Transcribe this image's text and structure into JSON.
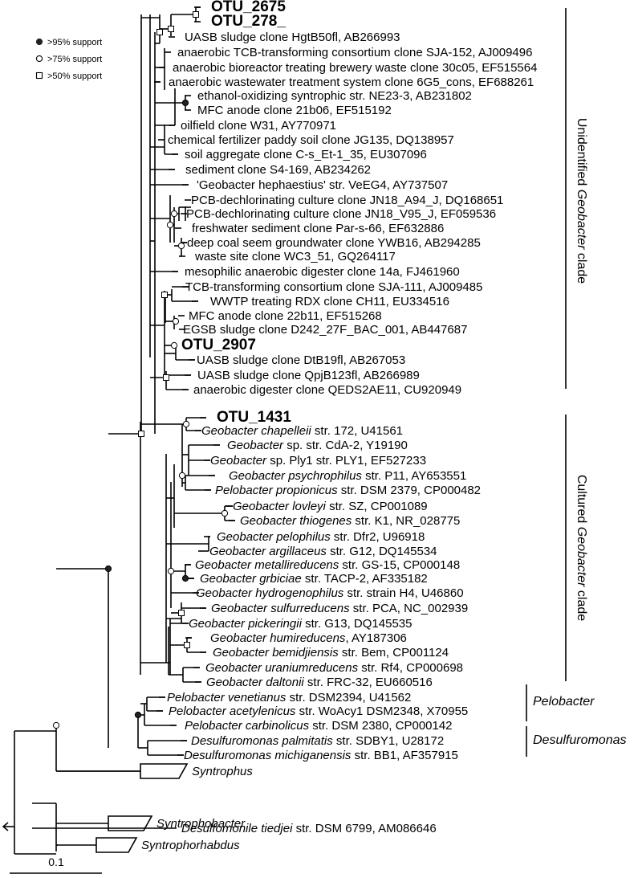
{
  "legend": [
    {
      "marker": "filled-circle",
      "label": ">95% support"
    },
    {
      "marker": "open-circle",
      "label": ">75% support"
    },
    {
      "marker": "open-square",
      "label": ">50% support"
    }
  ],
  "taxa": [
    {
      "parts": [
        [
          "OTU_2675",
          ""
        ]
      ],
      "otu": true
    },
    {
      "parts": [
        [
          "OTU_278_",
          ""
        ]
      ],
      "otu": true
    },
    {
      "parts": [
        [
          "UASB sludge clone HgtB50fl, AB266993",
          ""
        ]
      ]
    },
    {
      "parts": [
        [
          "anaerobic TCB-transforming consortium clone SJA-152, AJ009496",
          ""
        ]
      ]
    },
    {
      "parts": [
        [
          "anaerobic bioreactor treating brewery waste clone 30c05, EF515564",
          ""
        ]
      ]
    },
    {
      "parts": [
        [
          "anaerobic wastewater treatment system clone 6G5_cons, EF688261",
          ""
        ]
      ]
    },
    {
      "parts": [
        [
          "ethanol-oxidizing syntrophic str. NE23-3, AB231802",
          ""
        ]
      ]
    },
    {
      "parts": [
        [
          "MFC anode clone 21b06, EF515192",
          ""
        ]
      ]
    },
    {
      "parts": [
        [
          "oilfield clone W31, AY770971",
          ""
        ]
      ]
    },
    {
      "parts": [
        [
          "chemical fertilizer paddy soil clone JG135, DQ138957",
          ""
        ]
      ]
    },
    {
      "parts": [
        [
          "soil aggregate clone C-s_Et-1_35, EU307096",
          ""
        ]
      ]
    },
    {
      "parts": [
        [
          "sediment clone S4-169, AB234262",
          ""
        ]
      ]
    },
    {
      "parts": [
        [
          "'Geobacter hephaestius' str. VeEG4, AY737507",
          ""
        ]
      ]
    },
    {
      "parts": [
        [
          "PCB-dechlorinating culture clone JN18_A94_J, DQ168651",
          ""
        ]
      ]
    },
    {
      "parts": [
        [
          "PCB-dechlorinating culture clone JN18_V95_J, EF059536",
          ""
        ]
      ]
    },
    {
      "parts": [
        [
          "freshwater sediment clone Par-s-66, EF632886",
          ""
        ]
      ]
    },
    {
      "parts": [
        [
          "deep coal seem groundwater clone YWB16, AB294285",
          ""
        ]
      ]
    },
    {
      "parts": [
        [
          "waste site clone WC3_51, GQ264117",
          ""
        ]
      ]
    },
    {
      "parts": [
        [
          "mesophilic anaerobic digester clone 14a, FJ461960",
          ""
        ]
      ]
    },
    {
      "parts": [
        [
          "TCB-transforming consortium clone SJA-111, AJ009485",
          ""
        ]
      ]
    },
    {
      "parts": [
        [
          "WWTP treating RDX clone CH11, EU334516",
          ""
        ]
      ]
    },
    {
      "parts": [
        [
          "MFC anode clone 22b11, EF515268",
          ""
        ]
      ]
    },
    {
      "parts": [
        [
          "EGSB sludge clone D242_27F_BAC_001, AB447687",
          ""
        ]
      ]
    },
    {
      "parts": [
        [
          "OTU_2907",
          ""
        ]
      ],
      "otu": true
    },
    {
      "parts": [
        [
          "UASB sludge clone DtB19fl, AB267053",
          ""
        ]
      ]
    },
    {
      "parts": [
        [
          "UASB sludge clone QpjB123fl, AB266989",
          ""
        ]
      ]
    },
    {
      "parts": [
        [
          "anaerobic digester clone QEDS2AE11, CU920949",
          ""
        ]
      ]
    },
    {
      "parts": [
        [
          "OTU_1431",
          ""
        ]
      ],
      "otu": true
    },
    {
      "parts": [
        [
          "Geobacter chapelleii",
          "i"
        ],
        [
          " str. 172, U41561",
          ""
        ]
      ]
    },
    {
      "parts": [
        [
          "Geobacter",
          "i"
        ],
        [
          " sp. str. CdA-2, Y19190",
          ""
        ]
      ]
    },
    {
      "parts": [
        [
          "Geobacter",
          "i"
        ],
        [
          " sp. Ply1 str. PLY1, EF527233",
          ""
        ]
      ]
    },
    {
      "parts": [
        [
          "Geobacter psychrophilus",
          "i"
        ],
        [
          " str. P11, AY653551",
          ""
        ]
      ]
    },
    {
      "parts": [
        [
          "Pelobacter propionicus",
          "i"
        ],
        [
          " str. DSM 2379, CP000482",
          ""
        ]
      ]
    },
    {
      "parts": [
        [
          "Geobacter lovleyi",
          "i"
        ],
        [
          " str. SZ, CP001089",
          ""
        ]
      ]
    },
    {
      "parts": [
        [
          "Geobacter thiogenes",
          "i"
        ],
        [
          " str. K1, NR_028775",
          ""
        ]
      ]
    },
    {
      "parts": [
        [
          "Geobacter pelophilus",
          "i"
        ],
        [
          " str. Dfr2, U96918",
          ""
        ]
      ]
    },
    {
      "parts": [
        [
          "Geobacter argillaceus",
          "i"
        ],
        [
          " str. G12, DQ145534",
          ""
        ]
      ]
    },
    {
      "parts": [
        [
          "Geobacter metallireducens",
          "i"
        ],
        [
          " str. GS-15, CP000148",
          ""
        ]
      ]
    },
    {
      "parts": [
        [
          "Geobacter grbiciae",
          "i"
        ],
        [
          " str. TACP-2, AF335182",
          ""
        ]
      ]
    },
    {
      "parts": [
        [
          "Geobacter hydrogenophilus",
          "i"
        ],
        [
          " str. strain H4, U46860",
          ""
        ]
      ]
    },
    {
      "parts": [
        [
          "Geobacter sulfurreducens",
          "i"
        ],
        [
          " str. PCA, NC_002939",
          ""
        ]
      ]
    },
    {
      "parts": [
        [
          "Geobacter pickeringii",
          "i"
        ],
        [
          " str. G13, DQ145535",
          ""
        ]
      ]
    },
    {
      "parts": [
        [
          "Geobacter humireducens",
          "i"
        ],
        [
          ", AY187306",
          ""
        ]
      ]
    },
    {
      "parts": [
        [
          "Geobacter bemidjiensis",
          "i"
        ],
        [
          " str. Bem, CP001124",
          ""
        ]
      ]
    },
    {
      "parts": [
        [
          "Geobacter uraniumreducens",
          "i"
        ],
        [
          " str. Rf4, CP000698",
          ""
        ]
      ]
    },
    {
      "parts": [
        [
          "Geobacter daltonii",
          "i"
        ],
        [
          " str. FRC-32, EU660516",
          ""
        ]
      ]
    },
    {
      "parts": [
        [
          "Pelobacter venetianus",
          "i"
        ],
        [
          " str. DSM2394, U41562",
          ""
        ]
      ]
    },
    {
      "parts": [
        [
          "Pelobacter acetylenicus",
          "i"
        ],
        [
          " str. WoAcy1 DSM2348, X70955",
          ""
        ]
      ]
    },
    {
      "parts": [
        [
          "Pelobacter carbinolicus",
          "i"
        ],
        [
          " str. DSM 2380, CP000142",
          ""
        ]
      ]
    },
    {
      "parts": [
        [
          "Desulfuromonas palmitatis",
          "i"
        ],
        [
          " str. SDBY1, U28172",
          ""
        ]
      ]
    },
    {
      "parts": [
        [
          "Desulfuromonas michiganensis",
          "i"
        ],
        [
          " str. BB1, AF357915",
          ""
        ]
      ]
    }
  ],
  "collapsed": [
    {
      "label": "Syntrophus"
    },
    {
      "label": "Syntrophobacter"
    },
    {
      "label": "Syntrophorhabdus"
    }
  ],
  "desulfomonile": {
    "parts": [
      [
        "Desulfomonile tiedjei",
        "i"
      ],
      [
        " str. DSM 6799, AM086646",
        ""
      ]
    ]
  },
  "clades": [
    {
      "prefix": "Unidentified ",
      "italic": "Geobacter",
      "suffix": " clade"
    },
    {
      "prefix": "Cultured ",
      "italic": "Geobacter",
      "suffix": " clade"
    },
    {
      "prefix": "",
      "italic": "Pelobacter",
      "suffix": ""
    },
    {
      "prefix": "",
      "italic": "Desulfuromonas",
      "suffix": ""
    }
  ],
  "scale_bar": {
    "label": "0.1"
  },
  "colors": {
    "branch": "#000000",
    "collapsed_fill": "#999999",
    "support_high": "#222222"
  }
}
